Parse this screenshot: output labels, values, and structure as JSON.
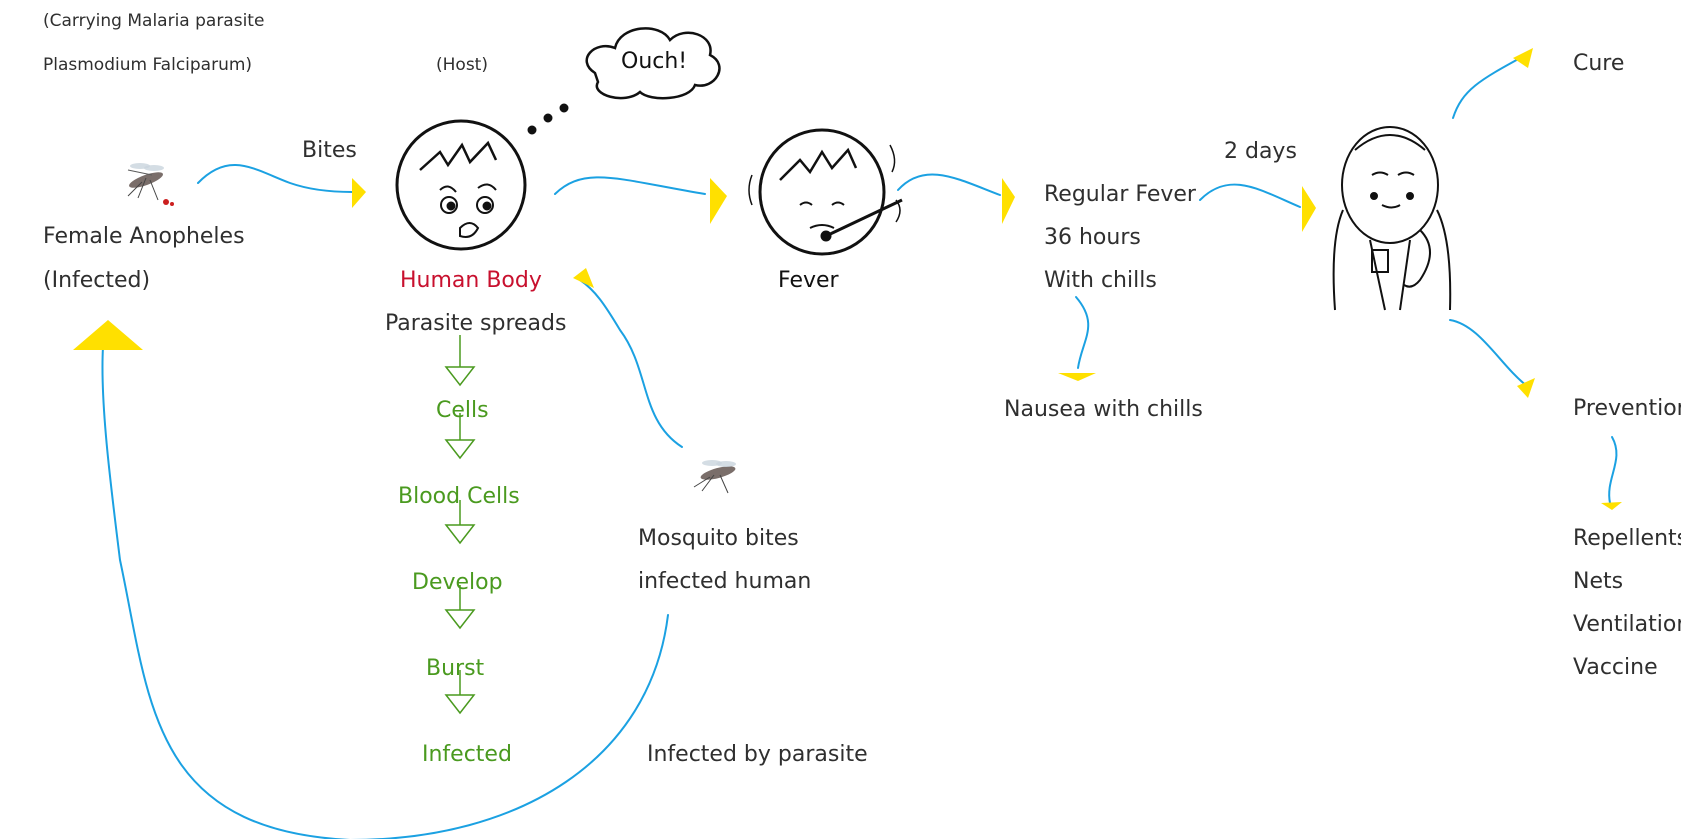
{
  "colors": {
    "arrow_stroke": "#1ba1e2",
    "arrowhead": "#ffe000",
    "green_steps": "#4a9a1f",
    "human_body_label": "#c8102e",
    "text": "#2f2f2f"
  },
  "notes": {
    "carrying_line1": "(Carrying Malaria parasite",
    "carrying_line2": "Plasmodium Falciparum)",
    "host": "(Host)"
  },
  "bubble": {
    "text": "Ouch!"
  },
  "nodes": {
    "female_line1": "Female Anopheles",
    "female_line2": "(Infected)",
    "bites": "Bites",
    "human_body": "Human Body",
    "parasite_spreads": "Parasite spreads",
    "fever": "Fever",
    "regular_fever": "Regular Fever",
    "hours": "36 hours",
    "with_chills": "With chills",
    "two_days": "2 days",
    "nausea": "Nausea with chills",
    "cure": "Cure",
    "prevention": "Prevention",
    "mosquito_bites_line1": "Mosquito bites",
    "mosquito_bites_line2": "infected human",
    "infected_by_parasite": "Infected by parasite"
  },
  "stages": [
    "Cells",
    "Blood Cells",
    "Develop",
    "Burst",
    "Infected"
  ],
  "prevention_items": [
    "Repellents",
    "Nets",
    "Ventilation",
    "Vaccine"
  ],
  "icons": {
    "mosquito_1": "mosquito-icon",
    "mosquito_2": "mosquito-icon",
    "human_face": "worried-face-icon",
    "fever_face": "fever-face-icon",
    "doctor": "doctor-icon",
    "thought_cloud": "thought-cloud-icon"
  }
}
